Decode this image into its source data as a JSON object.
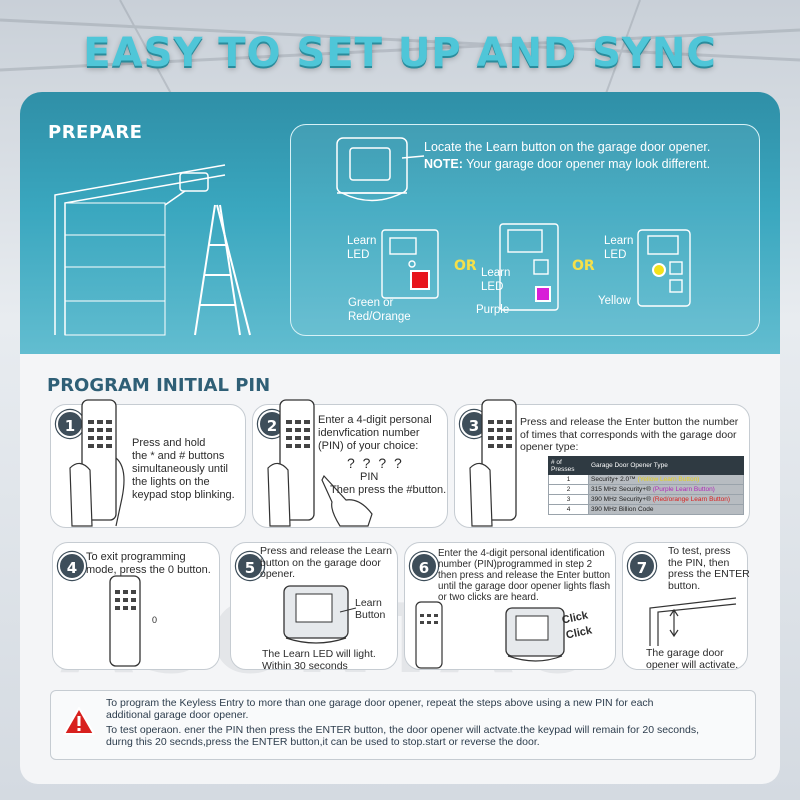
{
  "title": "EASY TO SET UP AND SYNC",
  "prepare": {
    "heading": "PREPARE",
    "locate_text": "Locate the Learn button on the garage door opener.",
    "note_label": "NOTE:",
    "note_text": "Your garage door opener may look different.",
    "or_label": "OR",
    "openers": [
      {
        "learn_label": "Learn",
        "led_label": "LED",
        "color_label": "Green or",
        "color_label_2": "Red/Orange",
        "swatch": "#e8141b"
      },
      {
        "learn_label": "Learn",
        "led_label": "LED",
        "color_label": "Purple",
        "swatch": "#d81ed8"
      },
      {
        "learn_label": "Learn",
        "led_label": "LED",
        "color_label": "Yellow",
        "swatch": "#f3e21a"
      }
    ]
  },
  "program": {
    "heading": "PROGRAM INITIAL PIN",
    "steps": [
      {
        "number": "1",
        "text": [
          "Press and hold",
          "the * and # buttons",
          "simultaneously until",
          "the lights on the",
          "keypad stop blinking."
        ]
      },
      {
        "number": "2",
        "text": [
          "Enter a 4-digit personal",
          "idenvfication number",
          "(PIN) of your choice:"
        ],
        "pin_placeholder": "? ? ? ?",
        "pin_label": "PIN",
        "after_text": "Then press the #button."
      },
      {
        "number": "3",
        "text": [
          "Press and release the Enter button the number",
          "of times that corresponds with the garage door",
          "opener type:"
        ]
      },
      {
        "number": "4",
        "text": [
          "To exit programming",
          "mode, press the 0 button."
        ],
        "key": "0"
      },
      {
        "number": "5",
        "text": [
          "Press and release the Learn",
          "button on the garage door",
          "opener."
        ],
        "learn_label": "Learn",
        "button_label": "Button",
        "after_text": [
          "The Learn LED will light.",
          "Within 30 seconds"
        ]
      },
      {
        "number": "6",
        "text": [
          "Enter the 4-digit personal identification",
          "number (PIN)programmed in step 2",
          "then press and release the Enter button",
          "until the garage door opener lights flash",
          "or two clicks are heard."
        ],
        "click_1": "Click",
        "click_2": "Click"
      },
      {
        "number": "7",
        "text": [
          "To test, press",
          "the PIN, then",
          "press the ENTER",
          "button."
        ],
        "after_text": [
          "The garage door",
          "opener will activate."
        ]
      }
    ],
    "table": {
      "headers": [
        "# of Presses",
        "Garage Door Opener Type"
      ],
      "rows": [
        {
          "presses": "1",
          "type": "Security+ 2.0™",
          "tag": "(Yellow Learn Button)",
          "tag_color": "#e8d21a"
        },
        {
          "presses": "2",
          "type": "315 MHz Security+®",
          "tag": "(Purple Learn Button)",
          "tag_color": "#b02ab8"
        },
        {
          "presses": "3",
          "type": "390 MHz Security+®",
          "tag": "(Red/orange Learn Button)",
          "tag_color": "#d8201e"
        },
        {
          "presses": "4",
          "type": "390 MHz Billion Code",
          "tag": "",
          "tag_color": "#222222"
        }
      ]
    }
  },
  "notes": {
    "line1": "To program the Keyless Entry to more than one garage door opener, repeat the steps above using a new PIN for each",
    "line2": "additional garage door opener.",
    "line3": "To test operaon. ener the PIN then press the ENTER button, the door opener will actvate.the keypad will remain for 20 seconds,",
    "line4": "durng this 20 secnds,press the ENTER button,it can be used to stop.start or reverse the door."
  },
  "watermark": "ASONTAO",
  "colors": {
    "accent": "#4fc6d8",
    "panel": "#3aa7bf",
    "badge": "#3e4e5a",
    "warning": "#d8201e"
  }
}
